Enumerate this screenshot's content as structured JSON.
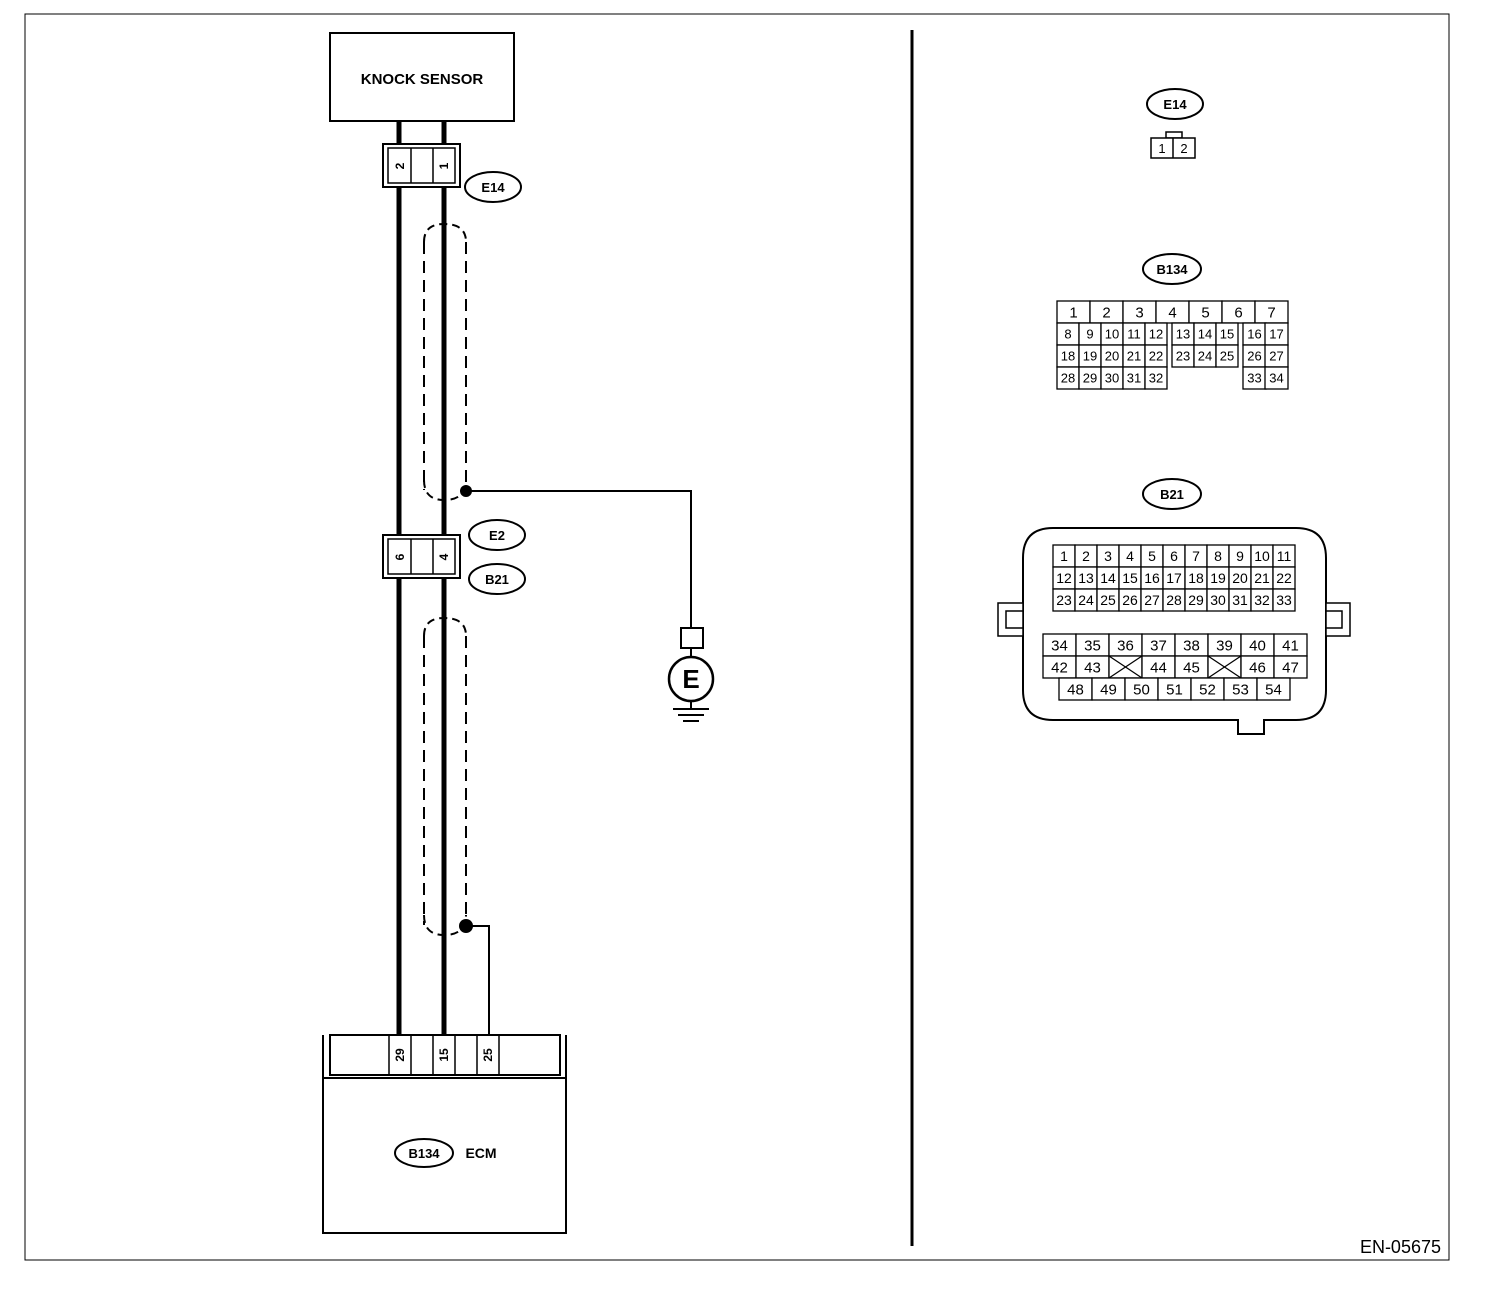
{
  "diagram": {
    "code": "EN-05675",
    "components": {
      "knock_sensor": "KNOCK SENSOR",
      "ecm": "ECM",
      "ground": "E"
    },
    "connector_ids": {
      "e14": "E14",
      "e2": "E2",
      "b21": "B21",
      "b134": "B134"
    },
    "wiring_pins": {
      "e14": [
        "2",
        "1"
      ],
      "e2_b21": [
        "6",
        "4"
      ],
      "ecm": [
        "29",
        "15",
        "25"
      ]
    },
    "legend": {
      "e14": {
        "label": "E14",
        "pins": [
          "1",
          "2"
        ]
      },
      "b134": {
        "label": "B134",
        "rows": [
          [
            "1",
            "2",
            "3",
            "4",
            "5",
            "6",
            "7"
          ],
          [
            "8",
            "9",
            "10",
            "11",
            "12",
            "13",
            "14",
            "15",
            "16",
            "17"
          ],
          [
            "18",
            "19",
            "20",
            "21",
            "22",
            "23",
            "24",
            "25",
            "26",
            "27"
          ],
          [
            "28",
            "29",
            "30",
            "31",
            "32",
            "33",
            "34"
          ]
        ]
      },
      "b21": {
        "label": "B21",
        "rows": [
          [
            "1",
            "2",
            "3",
            "4",
            "5",
            "6",
            "7",
            "8",
            "9",
            "10",
            "11"
          ],
          [
            "12",
            "13",
            "14",
            "15",
            "16",
            "17",
            "18",
            "19",
            "20",
            "21",
            "22"
          ],
          [
            "23",
            "24",
            "25",
            "26",
            "27",
            "28",
            "29",
            "30",
            "31",
            "32",
            "33"
          ],
          [
            "34",
            "35",
            "36",
            "37",
            "38",
            "39",
            "40",
            "41"
          ],
          [
            "42",
            "43",
            "44",
            "45",
            "46",
            "47"
          ],
          [
            "48",
            "49",
            "50",
            "51",
            "52",
            "53",
            "54"
          ]
        ]
      }
    }
  }
}
